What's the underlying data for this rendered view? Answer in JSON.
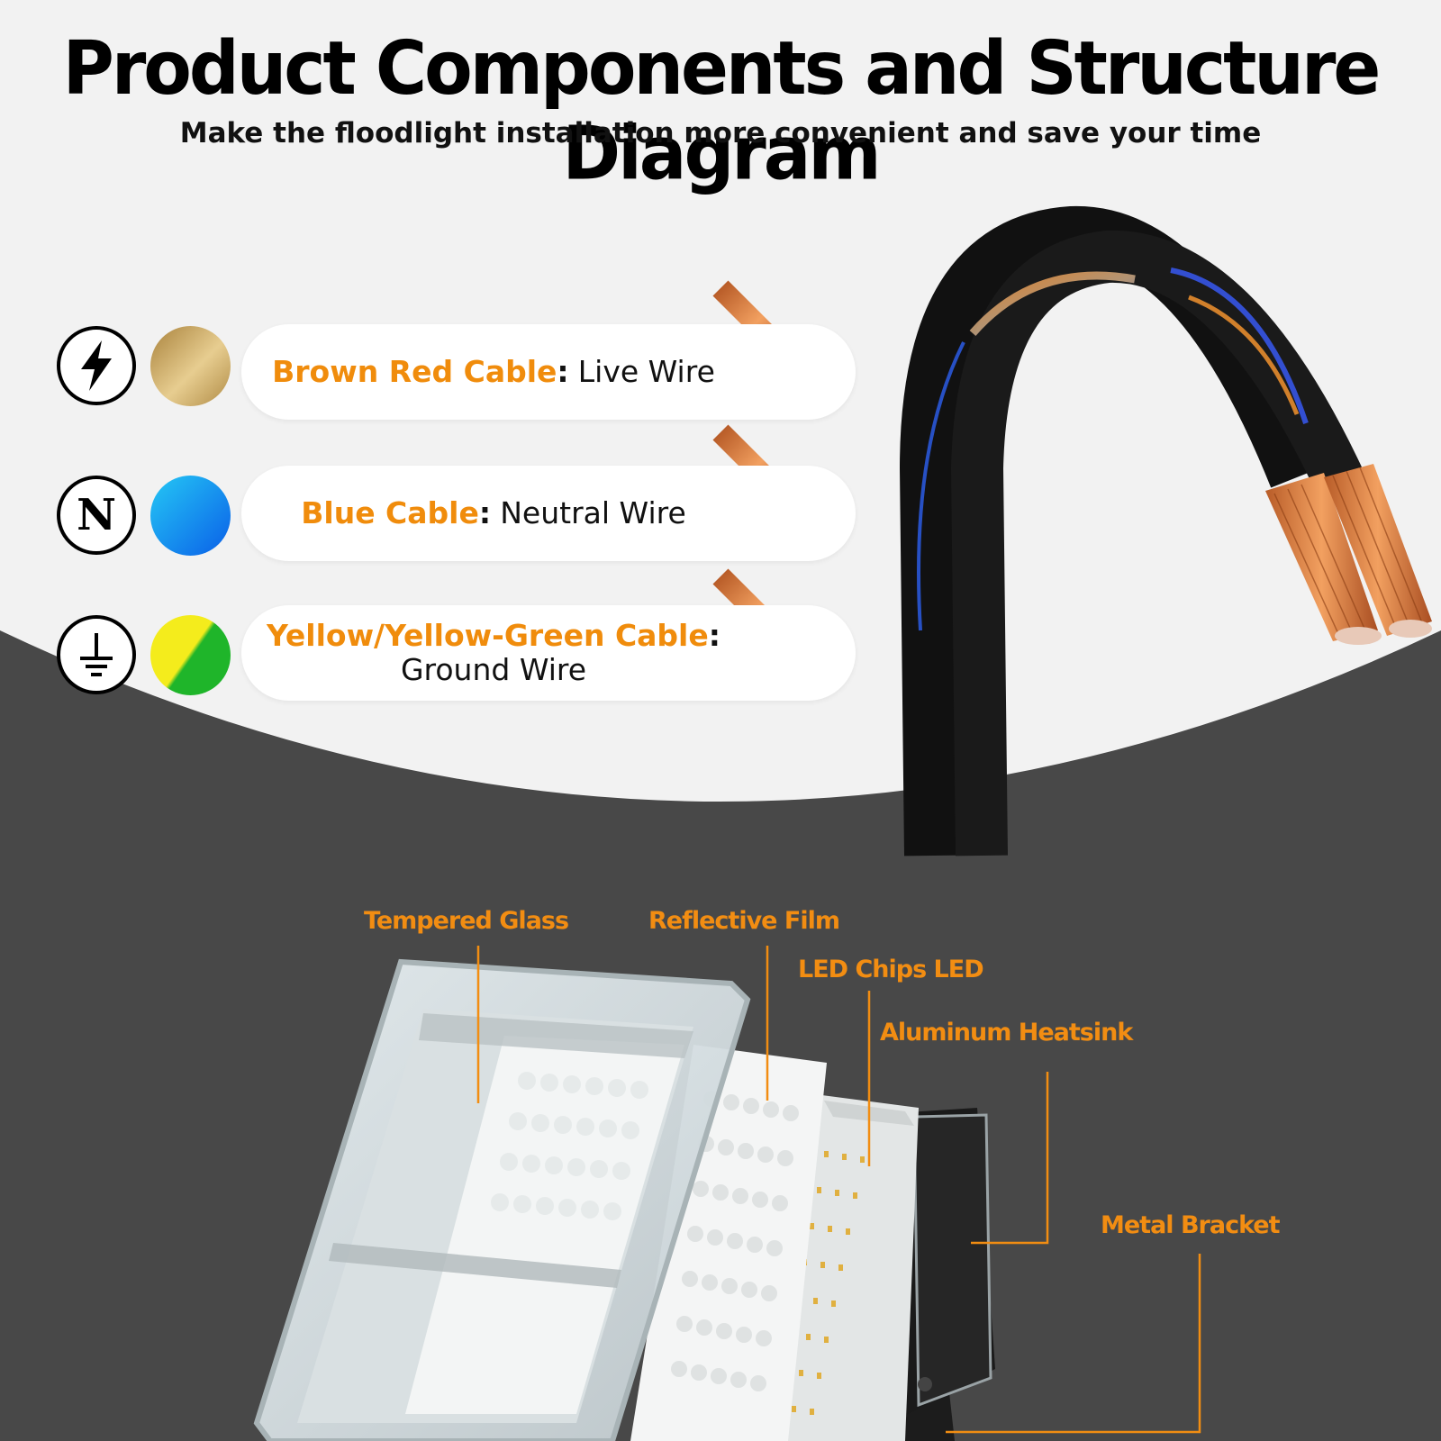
{
  "header": {
    "title": "Product Components and Structure Diagram",
    "subtitle": "Make the floodlight installation more convenient and save your time"
  },
  "cables": [
    {
      "name": "Brown Red Cable",
      "separator": ":",
      "role": "Live Wire",
      "symbol_icon": "lightning-bolt-icon",
      "swatch": [
        "#a9823c",
        "#e7cd90"
      ],
      "insulation_color": "#7a5238"
    },
    {
      "name": "Blue Cable",
      "separator": ":",
      "role": "Neutral Wire",
      "symbol": "N",
      "symbol_icon": "neutral-n-icon",
      "swatch": [
        "#25c8f5",
        "#0a5fe8"
      ],
      "insulation_color": "#1e5fb4"
    },
    {
      "name": "Yellow/Yellow-Green Cable",
      "separator": ":",
      "role": "Ground Wire",
      "symbol_icon": "ground-icon",
      "swatch": [
        "#f4ec1c",
        "#1fb52a"
      ],
      "insulation_color": "#8cc22a"
    }
  ],
  "components": [
    {
      "label": "Tempered Glass"
    },
    {
      "label": "Reflective Film"
    },
    {
      "label": "LED Chips  LED"
    },
    {
      "label": "Aluminum Heatsink"
    },
    {
      "label": "Metal Bracket"
    }
  ],
  "colors": {
    "accent": "#f28d12",
    "dark_background": "#484848",
    "light_background": "#f2f2f2"
  }
}
